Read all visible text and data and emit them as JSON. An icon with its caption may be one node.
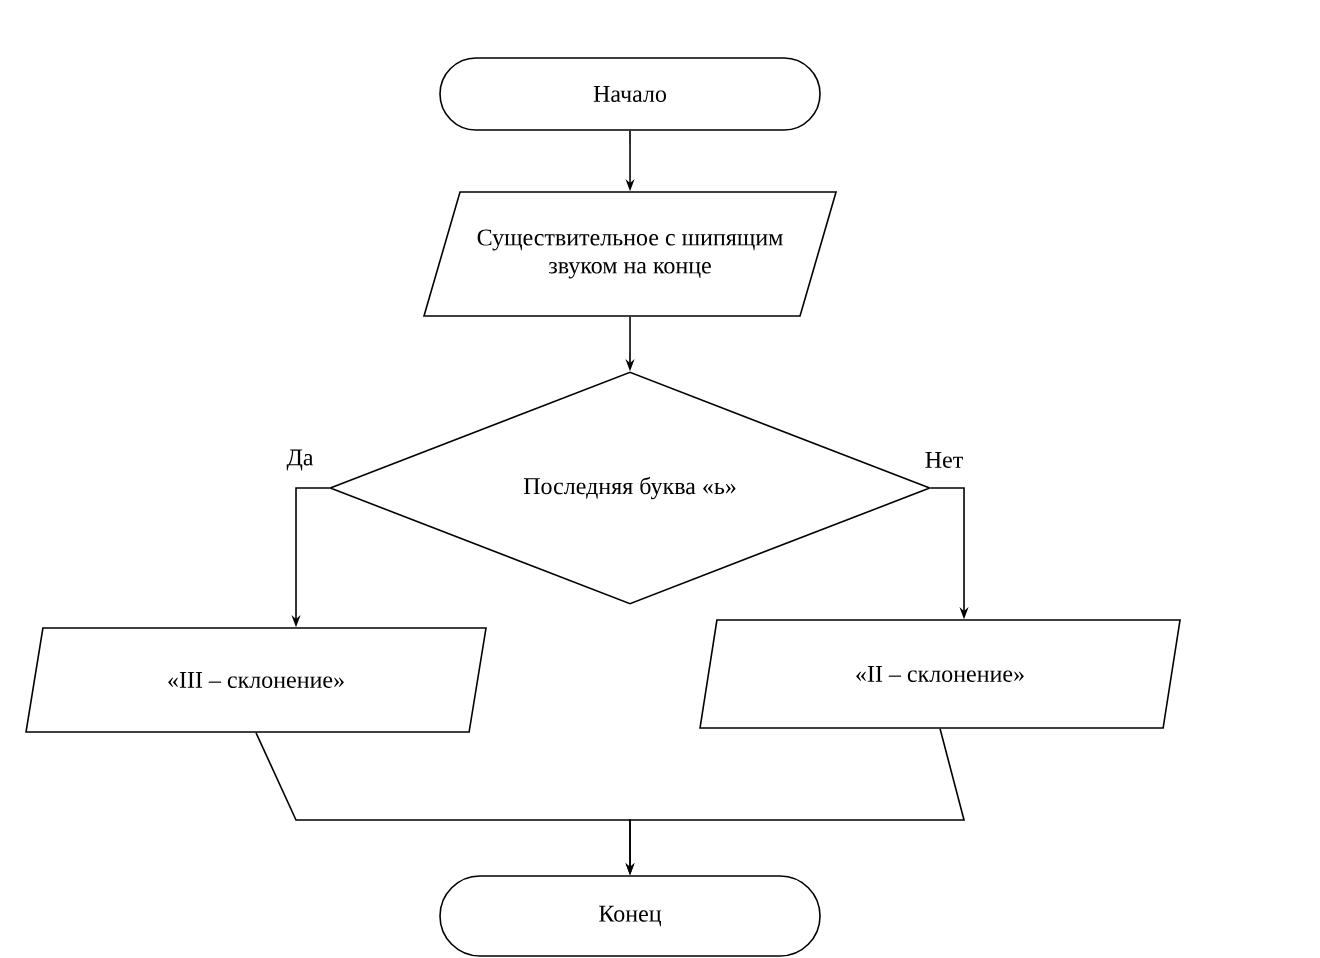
{
  "diagram": {
    "nodes": [
      {
        "text": [
          "Начало"
        ]
      },
      {
        "text": [
          "Существительное с шипящим звуком на конце"
        ]
      },
      {
        "text": [
          "Последняя буква «ь»"
        ]
      },
      {
        "text": [
          "«III – склонение»"
        ]
      },
      {
        "text": [
          "«II – склонение»"
        ]
      },
      {
        "text": [
          "Конец"
        ]
      }
    ],
    "edges": [
      {
        "from": 0,
        "to": 1,
        "arrow": "to"
      },
      {
        "from": 1,
        "to": 2,
        "arrow": "to"
      },
      {
        "from": 2,
        "to": 3,
        "arrow": "to",
        "label": "Да"
      },
      {
        "from": 2,
        "to": 4,
        "arrow": "to",
        "label": "Нет"
      },
      {
        "from": 3,
        "to": 5,
        "arrow": "to"
      },
      {
        "from": 4,
        "to": 5,
        "arrow": "to"
      }
    ]
  }
}
